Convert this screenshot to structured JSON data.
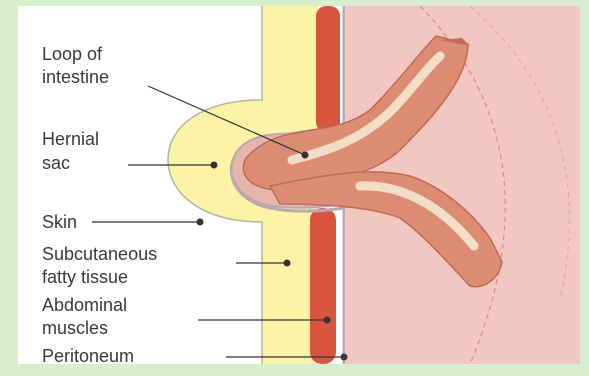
{
  "labels": {
    "loop_line1": "Loop of",
    "loop_line2": "intestine",
    "sac_line1": "Hernial",
    "sac_line2": "sac",
    "skin": "Skin",
    "subcut_line1": "Subcutaneous",
    "subcut_line2": "fatty tissue",
    "muscles_line1": "Abdominal",
    "muscles_line2": "muscles",
    "peritoneum": "Peritoneum"
  },
  "colors": {
    "frame_green": "#d8efcf",
    "fat_yellow": "#fbf3a6",
    "muscle_red": "#d8543f",
    "cavity_pink": "#f1c7c0",
    "intestine": "#dc8c72",
    "intestine_highlight": "#f6e6cf",
    "peritoneum_line": "#b8aab3",
    "text": "#3a3a3a"
  }
}
